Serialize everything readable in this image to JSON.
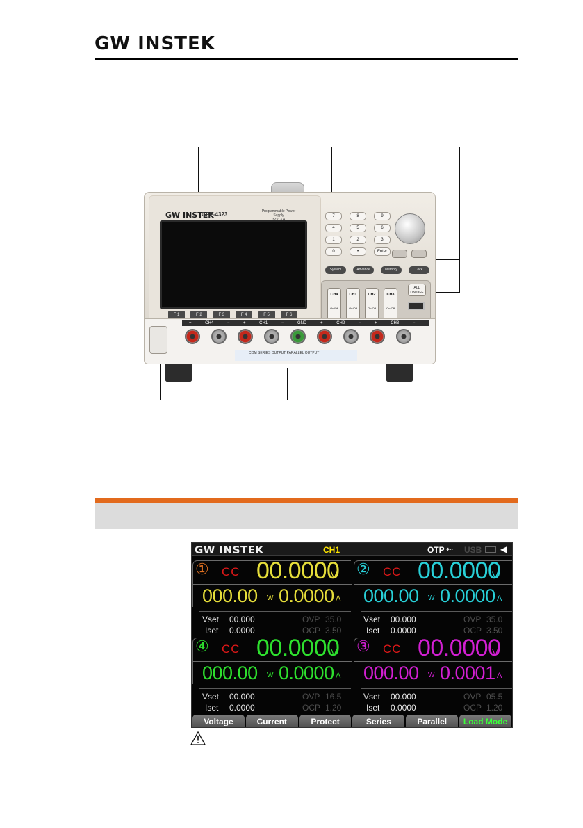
{
  "header": {
    "brand": "GW INSTEK"
  },
  "device": {
    "logo": "GW INSTEK",
    "model": "GPP-4323",
    "title_line1": "Programmable Power Supply",
    "title_line2": "32V, 3 A",
    "fkeys": [
      "F 1",
      "F 2",
      "F 3",
      "F 4",
      "F 5",
      "F 6"
    ],
    "keypad": [
      "7",
      "8",
      "9",
      "4",
      "5",
      "6",
      "1",
      "2",
      "3",
      "0",
      "•",
      "Enter"
    ],
    "func_keys": [
      "System",
      "Advance",
      "Memory",
      "Lock"
    ],
    "channel_keys": [
      {
        "label": "CH4",
        "sub": "On/Off"
      },
      {
        "label": "CH1",
        "sub": "On/Off"
      },
      {
        "label": "CH2",
        "sub": "On/Off"
      },
      {
        "label": "CH3",
        "sub": "On/Off"
      }
    ],
    "all_onoff": "ALL ON/OFF",
    "terminal_band": "+ CH4 − + CH1 − GND + CH2 − + CH3 −",
    "output_labels": "COM SERIES OUTPUT PARALLEL OUTPUT"
  },
  "lcd": {
    "logo": "GW INSTEK",
    "active_channel": "CH1",
    "status_otp": "OTP",
    "status_usb": "USB",
    "usb_icon": "usb-icon",
    "channels": [
      {
        "num": "①",
        "mode": "CC",
        "voltage": "00.0000",
        "v_unit": "V",
        "power": "000.00",
        "w_unit": "W",
        "current": "0.0000",
        "a_unit": "A",
        "vset_label": "Vset",
        "vset": "00.000",
        "iset_label": "Iset",
        "iset": "0.0000",
        "ovp_label": "OVP",
        "ovp": "35.0",
        "ocp_label": "OCP",
        "ocp": "3.50",
        "color": "#e6de3a",
        "num_color": "#e07020"
      },
      {
        "num": "②",
        "mode": "CC",
        "voltage": "00.0000",
        "v_unit": "V",
        "power": "000.00",
        "w_unit": "W",
        "current": "0.0000",
        "a_unit": "A",
        "vset_label": "Vset",
        "vset": "00.000",
        "iset_label": "Iset",
        "iset": "0.0000",
        "ovp_label": "OVP",
        "ovp": "35.0",
        "ocp_label": "OCP",
        "ocp": "3.50",
        "color": "#28d0d8",
        "num_color": "#28d0d8"
      },
      {
        "num": "④",
        "mode": "CC",
        "voltage": "00.0000",
        "v_unit": "V",
        "power": "000.00",
        "w_unit": "W",
        "current": "0.0000",
        "a_unit": "A",
        "vset_label": "Vset",
        "vset": "00.000",
        "iset_label": "Iset",
        "iset": "0.0000",
        "ovp_label": "OVP",
        "ovp": "16.5",
        "ocp_label": "OCP",
        "ocp": "1.20",
        "color": "#2ee02e",
        "num_color": "#2ee02e"
      },
      {
        "num": "③",
        "mode": "CC",
        "voltage": "00.0000",
        "v_unit": "V",
        "power": "000.00",
        "w_unit": "W",
        "current": "0.0001",
        "a_unit": "A",
        "vset_label": "Vset",
        "vset": "00.000",
        "iset_label": "Iset",
        "iset": "0.0000",
        "ovp_label": "OVP",
        "ovp": "05.5",
        "ocp_label": "OCP",
        "ocp": "1.20",
        "color": "#d21fd2",
        "num_color": "#d21fd2"
      }
    ],
    "softkeys": [
      "Voltage",
      "Current",
      "Protect",
      "Series",
      "Parallel",
      "Load Mode"
    ]
  },
  "colors": {
    "section_accent": "#e26a1d",
    "section_bar": "#dcdcdc",
    "active_softkey": "#3bff3b",
    "mode_cc": "#e01818"
  }
}
